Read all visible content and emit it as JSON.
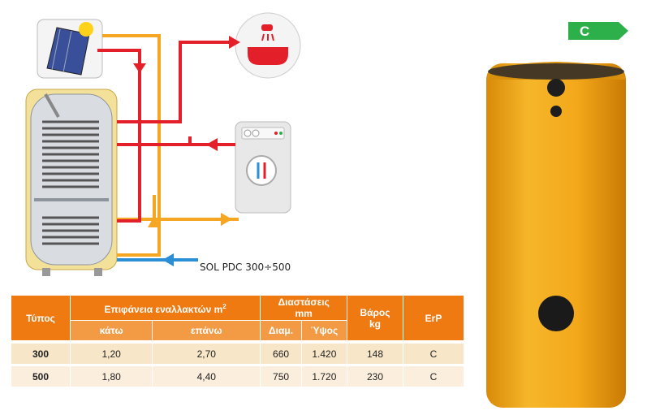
{
  "diagram": {
    "model_label": "SOL PDC 300÷500"
  },
  "energy_badge": {
    "label": "C",
    "color": "#2db04a"
  },
  "colors": {
    "orange": "#f07a12",
    "hot": "#e3202a",
    "cold": "#2a8fd6",
    "solar_line": "#f5a623",
    "tank": "#f2ac1b"
  },
  "table": {
    "headers": {
      "type": "Τύπος",
      "surface": "Επιφάνεια εναλλακτών m",
      "surface_sup": "2",
      "dimensions": "Διαστάσεις",
      "dimensions_unit": "mm",
      "weight": "Βάρος",
      "weight_unit": "kg",
      "erp": "ErP"
    },
    "subheaders": {
      "lower": "κάτω",
      "upper": "επάνω",
      "diameter": "Διαμ.",
      "height": "Ύψος"
    },
    "rows": [
      {
        "type": "300",
        "lower": "1,20",
        "upper": "2,70",
        "diameter": "660",
        "height": "1.420",
        "weight": "148",
        "erp": "C"
      },
      {
        "type": "500",
        "lower": "1,80",
        "upper": "4,40",
        "diameter": "750",
        "height": "1.720",
        "weight": "230",
        "erp": "C"
      }
    ]
  }
}
